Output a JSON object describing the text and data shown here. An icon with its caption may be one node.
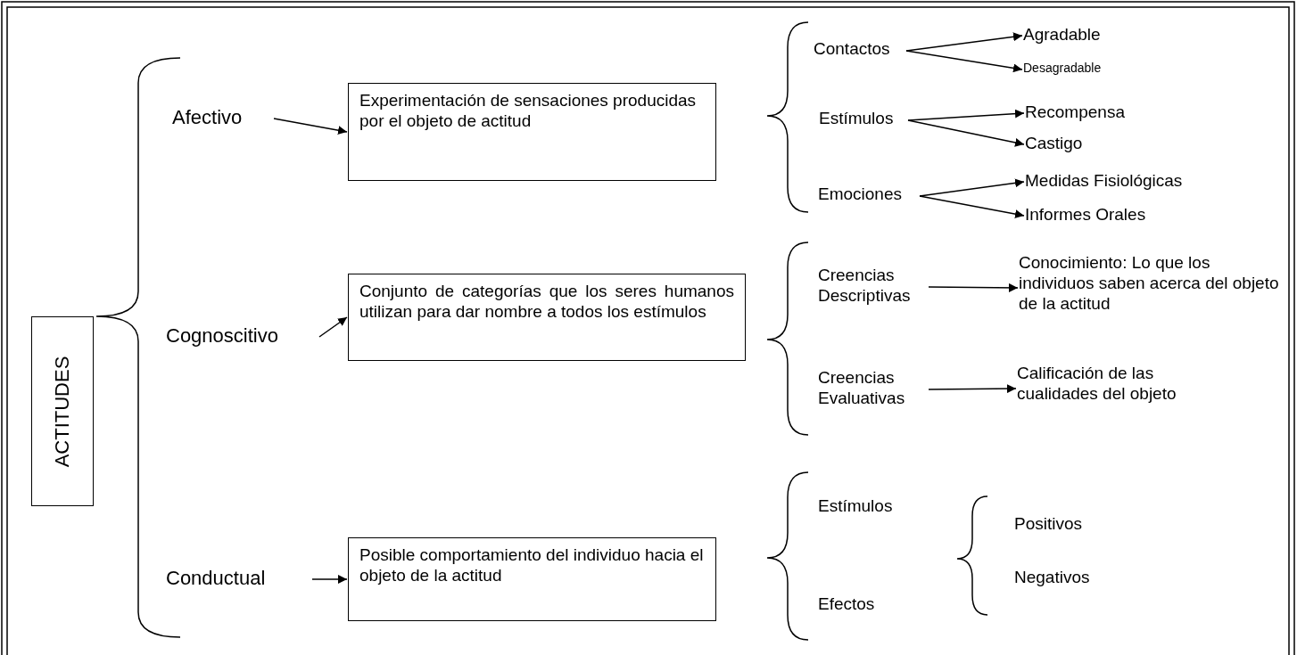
{
  "diagram": {
    "nodes": [
      {
        "text": [
          "ACTITUDES"
        ]
      },
      {
        "text": [
          "Afectivo"
        ]
      },
      {
        "text": [
          "Experimentación de sensaciones producidas por el objeto de actitud"
        ]
      },
      {
        "text": [
          "Cognoscitivo"
        ]
      },
      {
        "text": [
          "Conjunto de categorías que los seres humanos utilizan para dar nombre a todos los estímulos"
        ]
      },
      {
        "text": [
          "Conductual"
        ]
      },
      {
        "text": [
          "Posible comportamiento del individuo hacia el objeto de la actitud"
        ]
      },
      {
        "text": [
          "Contactos"
        ]
      },
      {
        "text": [
          "Agradable"
        ]
      },
      {
        "text": [
          "Desagradable"
        ]
      },
      {
        "text": [
          "Estímulos"
        ]
      },
      {
        "text": [
          "Recompensa"
        ]
      },
      {
        "text": [
          "Castigo"
        ]
      },
      {
        "text": [
          "Emociones"
        ]
      },
      {
        "text": [
          "Medidas Fisiológicas"
        ]
      },
      {
        "text": [
          "Informes Orales"
        ]
      },
      {
        "text": [
          "Creencias Descriptivas"
        ]
      },
      {
        "text": [
          "Conocimiento: Lo que los individuos saben acerca del objeto de la actitud"
        ]
      },
      {
        "text": [
          "Creencias Evaluativas"
        ]
      },
      {
        "text": [
          "Calificación de las cualidades del objeto"
        ]
      }
    ],
    "edges": [
      {
        "from": 1,
        "to": 2,
        "arrow": "to"
      },
      {
        "from": 3,
        "to": 4,
        "arrow": "to"
      },
      {
        "from": 5,
        "to": 6,
        "arrow": "to"
      },
      {
        "from": 7,
        "to": 8,
        "arrow": "to"
      },
      {
        "from": 7,
        "to": 9,
        "arrow": "to"
      },
      {
        "from": 10,
        "to": 11,
        "arrow": "to"
      },
      {
        "from": 10,
        "to": 12,
        "arrow": "to"
      },
      {
        "from": 13,
        "to": 14,
        "arrow": "to"
      },
      {
        "from": 13,
        "to": 15,
        "arrow": "to"
      },
      {
        "from": 16,
        "to": 17,
        "arrow": "to"
      },
      {
        "from": 18,
        "to": 19,
        "arrow": "to"
      }
    ],
    "labels": [
      "Estímulos",
      "Efectos",
      "Positivos",
      "Negativos"
    ]
  }
}
